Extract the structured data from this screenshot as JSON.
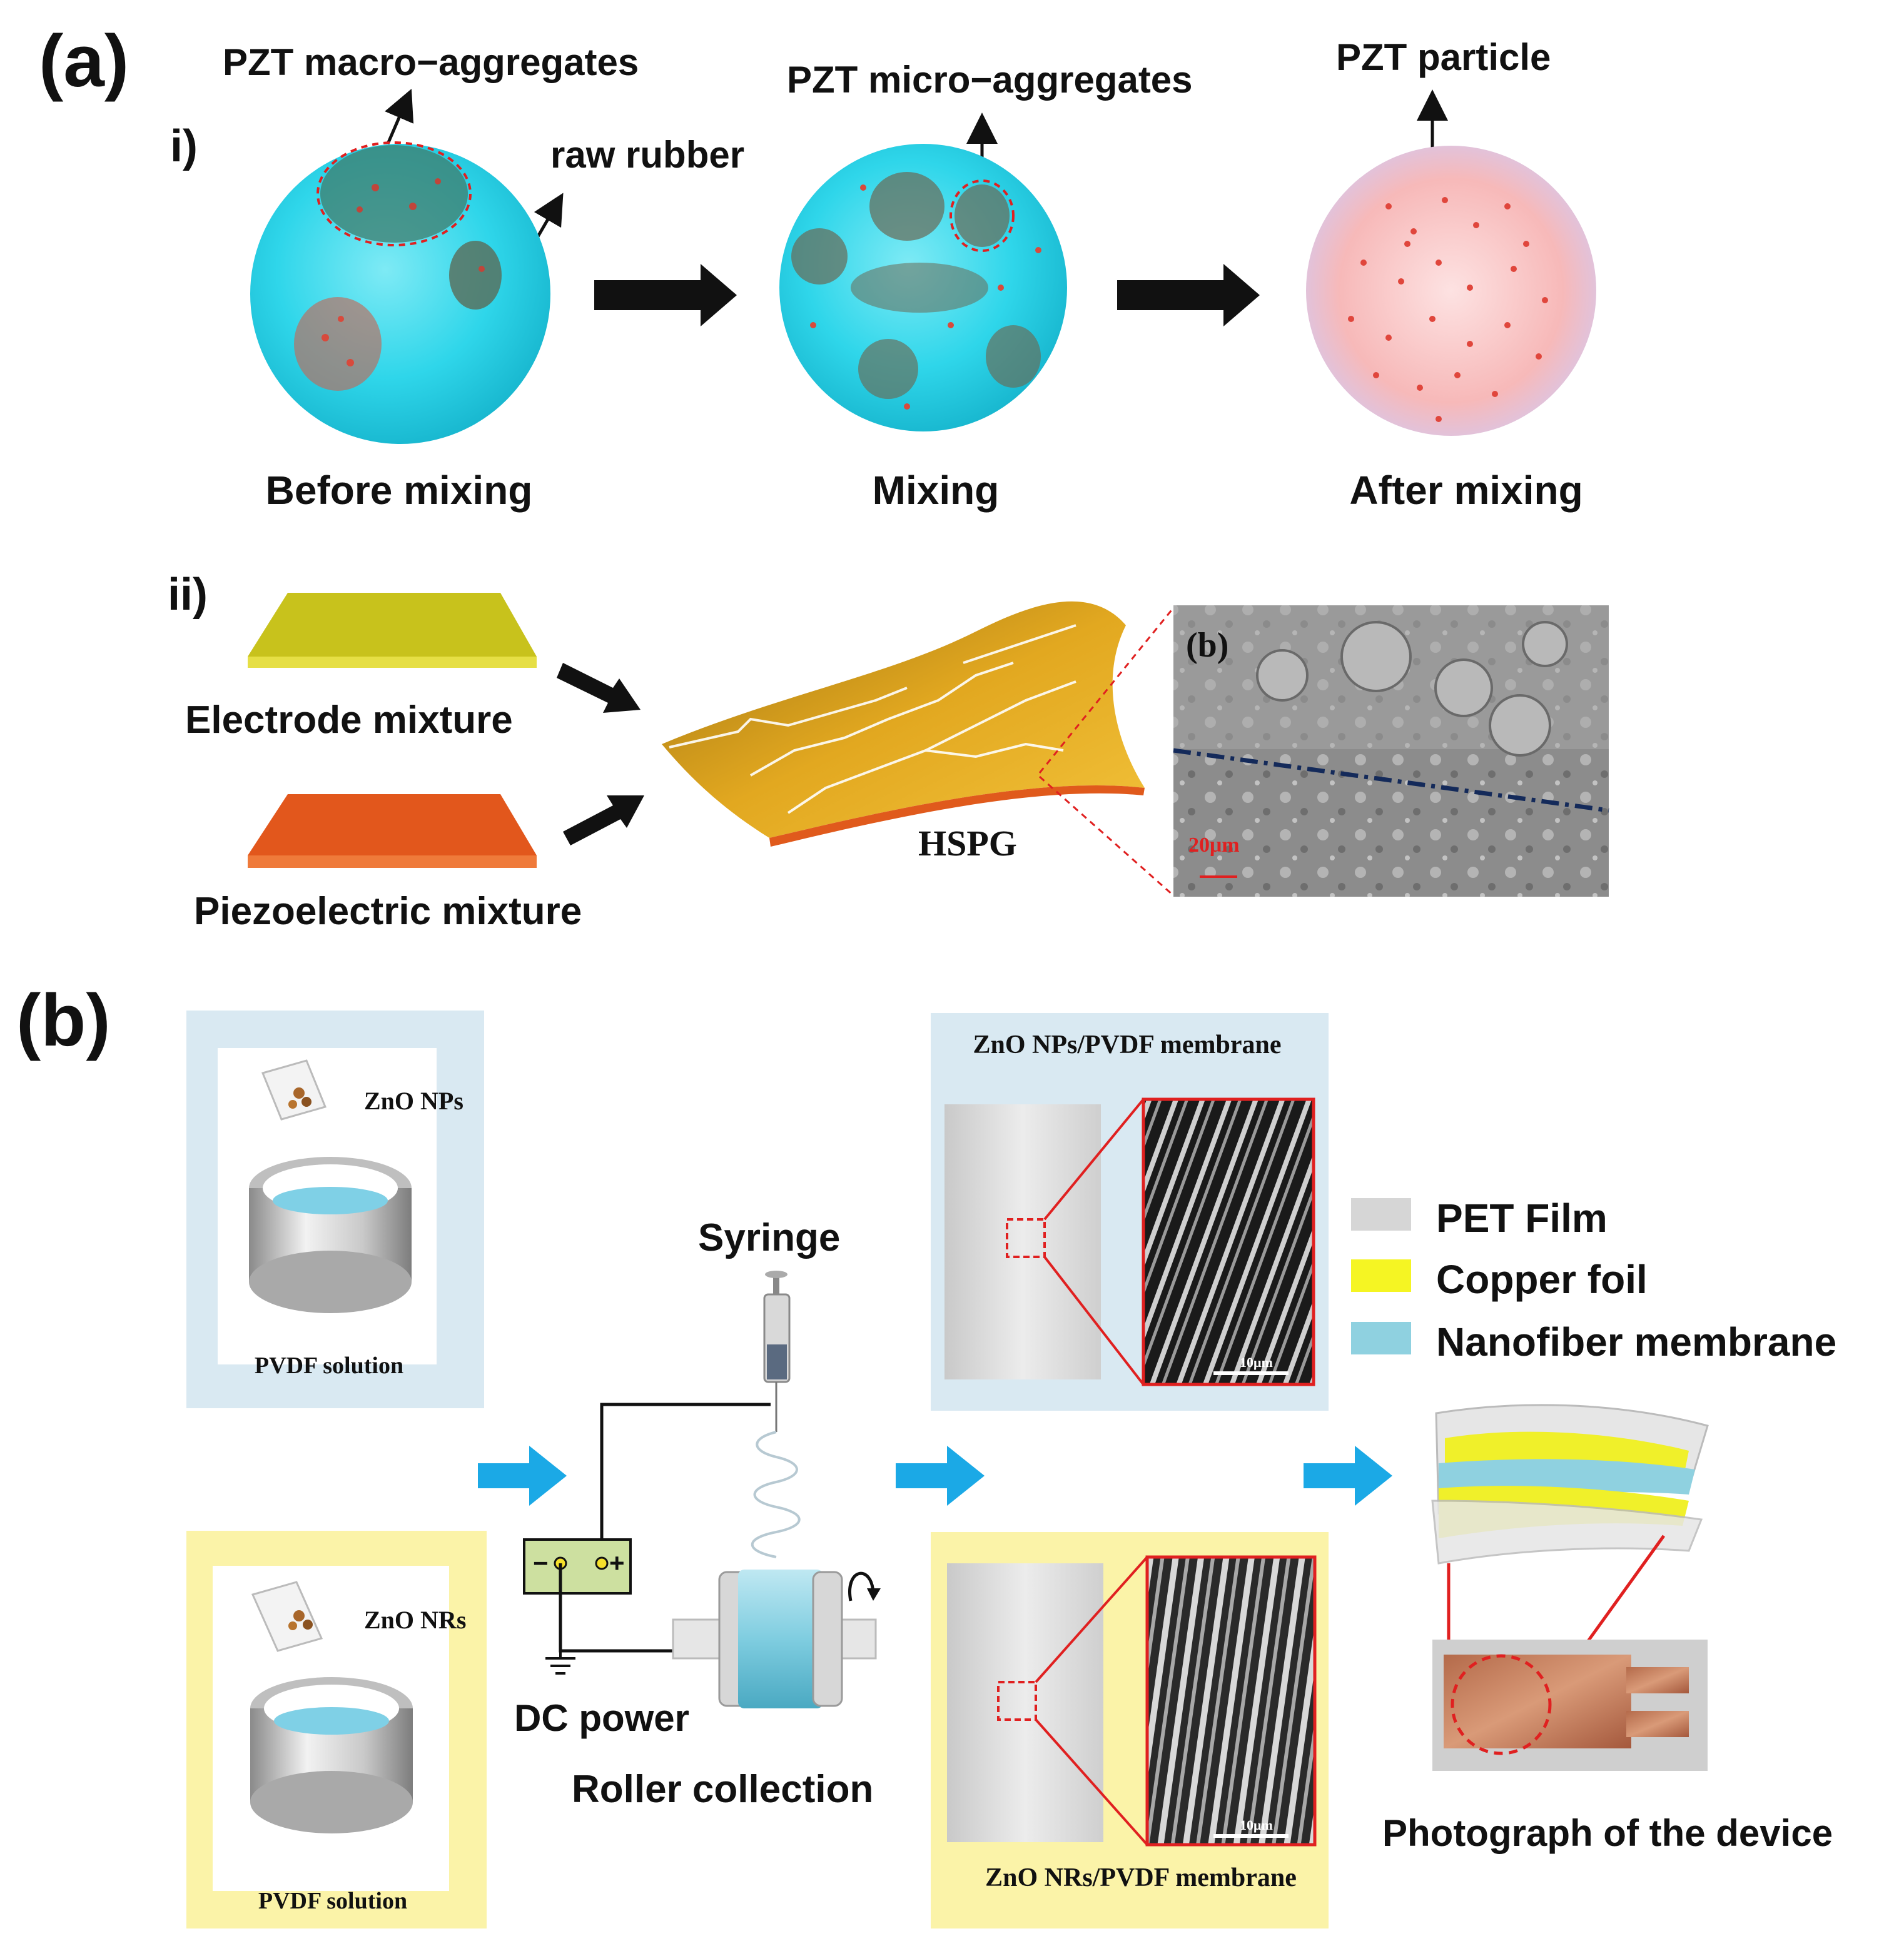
{
  "panel_a": {
    "letter": "(a)",
    "part_i": {
      "label": "i)",
      "annotations": {
        "macro_aggregates": "PZT macro−aggregates",
        "raw_rubber": "raw rubber",
        "micro_aggregates": "PZT micro−aggregates",
        "particle": "PZT particle"
      },
      "stages": [
        "Before mixing",
        "Mixing",
        "After mixing"
      ]
    },
    "part_ii": {
      "label": "ii)",
      "electrode_mixture": "Electrode mixture",
      "piezoelectric_mixture": "Piezoelectric mixture",
      "hspg": "HSPG",
      "sem_letter": "(b)",
      "scale_bar": "20μm"
    }
  },
  "panel_b": {
    "letter": "(b)",
    "zno_nps": "ZnO NPs",
    "zno_nrs": "ZnO NRs",
    "pvdf_solution": "PVDF solution",
    "syringe": "Syringe",
    "dc_power": "DC power",
    "roller_collection": "Roller collection",
    "nps_membrane": "ZnO NPs/PVDF membrane",
    "nrs_membrane": "ZnO NRs/PVDF membrane",
    "sem_scale": "10μm",
    "legend": [
      {
        "label": "PET Film",
        "color": "#d6d6d6"
      },
      {
        "label": "Copper foil",
        "color": "#f5f523"
      },
      {
        "label": "Nanofiber membrane",
        "color": "#8fd1e0"
      }
    ],
    "photo_caption": "Photograph of the device"
  },
  "colors": {
    "rubber": "#22d3e6",
    "pzt": "#e0463c",
    "arrow_blue": "#1ba9e6",
    "electrode": "#c8c21c",
    "piezo": "#e2571c",
    "light_blue_bg": "#d9e9f2",
    "light_yellow_bg": "#fbf3a8",
    "red_outline": "#e02020"
  }
}
